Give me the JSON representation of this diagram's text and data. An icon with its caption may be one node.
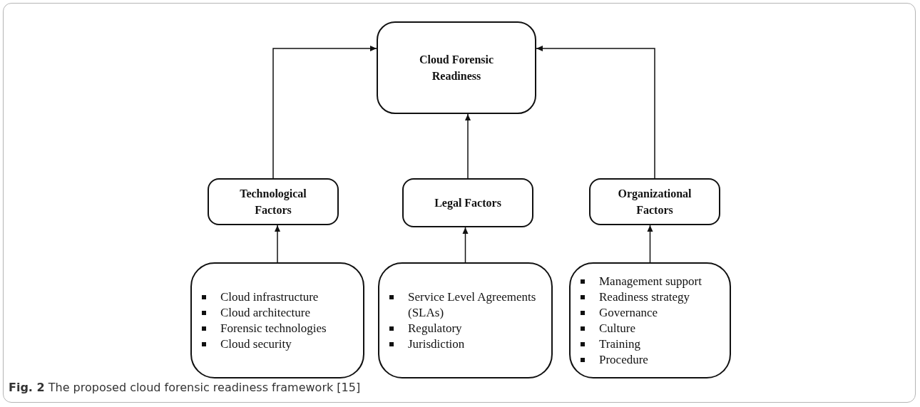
{
  "diagram": {
    "caption": "**Fig. 2** The proposed cloud forensic readiness framework [15]",
    "nodes": [
      {
        "text": [
          "Cloud Forensic Readiness"
        ]
      },
      {
        "text": [
          "Technological Factors"
        ]
      },
      {
        "text": [
          "Legal Factors"
        ]
      },
      {
        "text": [
          "Organizational Factors"
        ]
      },
      {
        "text": [
          "Cloud infrastructure",
          "Cloud architecture",
          "Forensic technologies",
          "Cloud security"
        ]
      },
      {
        "text": [
          "Service Level Agreements (SLAs)",
          "Regulatory",
          "Jurisdiction"
        ]
      },
      {
        "text": [
          "Management support",
          "Readiness strategy",
          "Governance",
          "Culture",
          "Training",
          "Procedure"
        ]
      }
    ],
    "edges": [
      {
        "from": 1,
        "to": 0,
        "arrow": "to"
      },
      {
        "from": 2,
        "to": 0,
        "arrow": "to"
      },
      {
        "from": 3,
        "to": 0,
        "arrow": "to"
      },
      {
        "from": 4,
        "to": 1,
        "arrow": "to"
      },
      {
        "from": 5,
        "to": 2,
        "arrow": "to"
      },
      {
        "from": 6,
        "to": 3,
        "arrow": "to"
      }
    ]
  }
}
